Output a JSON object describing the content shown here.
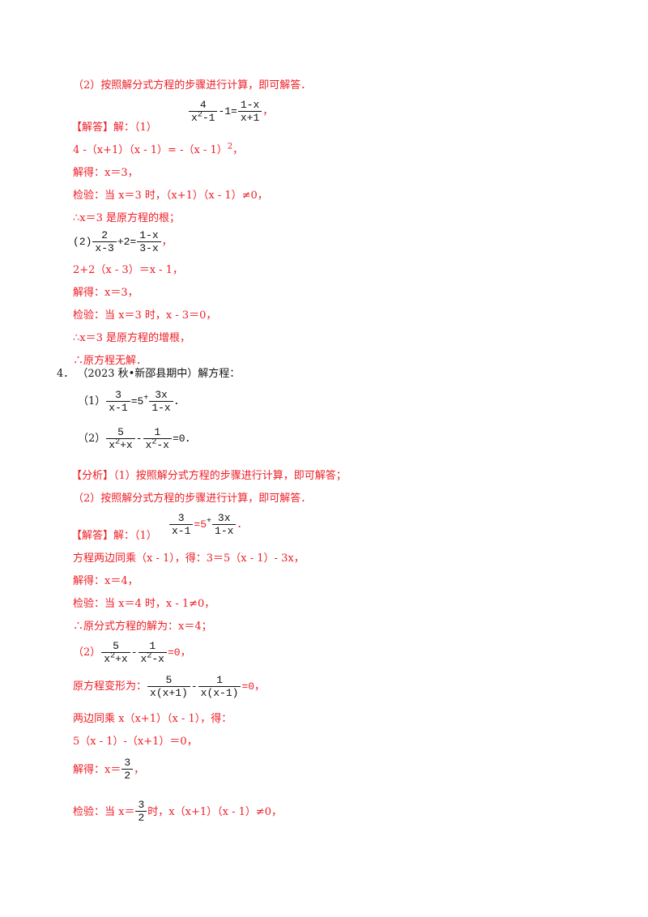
{
  "block1": {
    "analysis_part2": "（2）按照解分式方程的步骤进行计算，即可解答．",
    "answer_label": "【解答】",
    "answer_intro": "解：（1）",
    "eq1": {
      "num": "4",
      "den_a": "x",
      "den_sup": "2",
      "den_b": "-1",
      "mid": "-1=",
      "rnum": "1-x",
      "rden": "x+1",
      "tail": "，"
    },
    "step1": "4 -（x+1）（x - 1）= -（x - 1）",
    "step1_sup": "2",
    "step1_tail": "，",
    "solve1": "解得：x＝3，",
    "check1": "检验：当 x＝3 时，（x+1）（x - 1）≠0，",
    "concl1": "∴x＝3 是原方程的根；",
    "part2_label": "(2)",
    "eq2": {
      "num": "2",
      "den": "x-3",
      "mid": "+2=",
      "rnum": "1-x",
      "rden": "3-x",
      "tail": "，"
    },
    "step2": "2+2（x - 3）＝x - 1，",
    "solve2": "解得：x＝3，",
    "check2": "检验：当 x＝3 时，x - 3＝0，",
    "concl2a": "∴x＝3 是原方程的增根，",
    "concl2b": "∴原方程无解．"
  },
  "problem4": {
    "number": "4．",
    "source": "（2023 秋•新邵县期中）解方程：",
    "q1_label": "（1）",
    "q1": {
      "num": "3",
      "den": "x-1",
      "mid": "=5",
      "plus": "+",
      "rnum": "3x",
      "rden": "1-x",
      "tail": "．"
    },
    "q2_label": "（2）",
    "q2": {
      "num": "5",
      "den_a": "x",
      "den_sup": "2",
      "den_b": "+x",
      "minus": "-",
      "rnum": "1",
      "rden_a": "x",
      "rden_sup": "2",
      "rden_b": "-x",
      "tail": "=0．"
    },
    "analysis_label": "【分析】",
    "analysis1": "（1）按照解分式方程的步骤进行计算，即可解答；",
    "analysis2": "（2）按照解分式方程的步骤进行计算，即可解答．",
    "answer_label": "【解答】",
    "answer_intro": "解：（1）",
    "a1": {
      "num": "3",
      "den": "x-1",
      "mid": "=5",
      "plus": "+",
      "rnum": "3x",
      "rden": "1-x",
      "tail": "．"
    },
    "a1_step": "方程两边同乘（x - 1），得：3＝5（x - 1）- 3x，",
    "a1_solve": "解得：x＝4，",
    "a1_check": "检验：当 x＝4 时，x - 1≠0，",
    "a1_concl": "∴原分式方程的解为：x＝4；",
    "a2_label": "（2）",
    "a2": {
      "num": "5",
      "den_a": "x",
      "den_sup": "2",
      "den_b": "+x",
      "minus": "-",
      "rnum": "1",
      "rden_a": "x",
      "rden_sup": "2",
      "rden_b": "-x",
      "tail": "=0，"
    },
    "a2_transform_label": "原方程变形为：",
    "a2_transform": {
      "num": "5",
      "den": "x(x+1)",
      "minus": "-",
      "rnum": "1",
      "rden": "x(x-1)",
      "tail": "=0，"
    },
    "a2_multiply": "两边同乘 x（x+1）（x - 1），得：",
    "a2_step": "5（x - 1）-（x+1）＝0，",
    "a2_solve_label": "解得：x＝",
    "a2_solve": {
      "num": "3",
      "den": "2",
      "tail": "，"
    },
    "a2_check_label": "检验：当 x＝",
    "a2_check": {
      "num": "3",
      "den": "2",
      "tail": "时，x（x+1）（x - 1）≠0，"
    }
  }
}
